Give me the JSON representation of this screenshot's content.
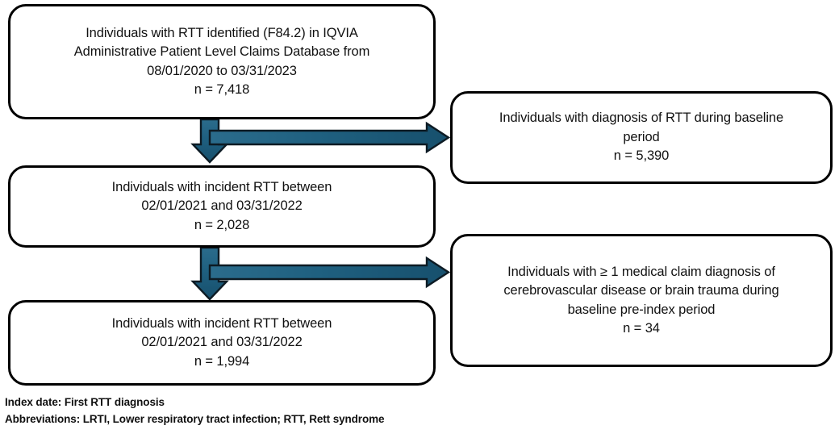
{
  "figure": {
    "type": "flowchart",
    "orientation": "vertical-with-side-exclusions",
    "accent_color": "#1f6080",
    "outline_color": "#000000",
    "background_color": "#ffffff"
  },
  "nodes": {
    "identified": {
      "text": "Individuals with RTT identified (F84.2) in IQVIA\nAdministrative Patient Level Claims Database from\n08/01/2020 to 03/31/2023\nn = 7,418",
      "n_label": "n = 7,418",
      "n_value": 7418
    },
    "exclusion_baseline": {
      "text": "Individuals with diagnosis of RTT during baseline\nperiod\nn = 5,390",
      "n_label": "n = 5,390",
      "n_value": 5390
    },
    "incident_1": {
      "text": "Individuals with incident RTT between\n02/01/2021 and 03/31/2022\nn = 2,028",
      "n_label": "n = 2,028",
      "n_value": 2028
    },
    "exclusion_cvd": {
      "text": "Individuals with ≥ 1 medical claim diagnosis of\ncerebrovascular disease or brain trauma during\nbaseline pre-index period\nn = 34",
      "n_label": "n = 34",
      "n_value": 34
    },
    "incident_2": {
      "text": "Individuals with incident RTT between\n02/01/2021 and 03/31/2022\nn = 1,994",
      "n_label": "n = 1,994",
      "n_value": 1994
    }
  },
  "connectors": [
    {
      "name": "down-arrow-1",
      "from": "identified",
      "to": "incident_1",
      "direction": "down"
    },
    {
      "name": "right-arrow-1",
      "from": "identified",
      "to": "exclusion_baseline",
      "direction": "right"
    },
    {
      "name": "down-arrow-2",
      "from": "incident_1",
      "to": "incident_2",
      "direction": "down"
    },
    {
      "name": "right-arrow-2",
      "from": "incident_1",
      "to": "exclusion_cvd",
      "direction": "right"
    }
  ],
  "footnotes": {
    "index_date": "Index date: First RTT diagnosis",
    "abbreviations": "Abbreviations: LRTI, Lower respiratory tract infection; RTT, Rett syndrome"
  }
}
